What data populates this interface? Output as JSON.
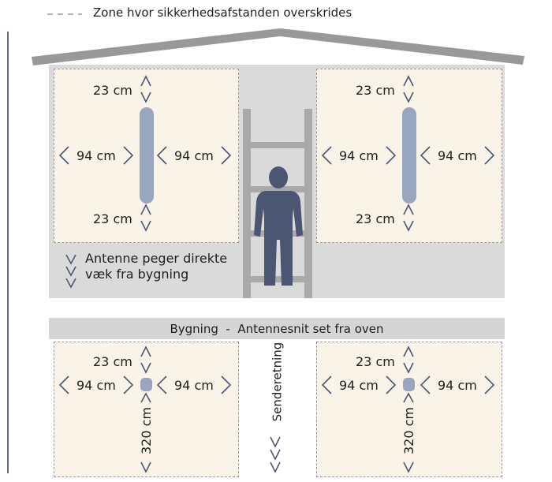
{
  "legend": {
    "text": "Zone hvor sikkerhedsafstanden overskrides"
  },
  "front_view": {
    "top_distance": "23 cm",
    "bottom_distance": "23 cm",
    "left_distance": "94 cm",
    "right_distance": "94 cm",
    "note_line1": "Antenne peger direkte",
    "note_line2": "væk fra bygning"
  },
  "top_view": {
    "header": "Bygning  -  Antennesnit set fra oven",
    "top_distance": "23 cm",
    "left_distance": "94 cm",
    "right_distance": "94 cm",
    "bottom_distance": "320 cm",
    "direction_label": "Senderetning"
  },
  "colors": {
    "roof": "#999999",
    "wall": "#dadada",
    "zone_fill": "#faf3e7",
    "antenna": "#98a6bf",
    "person": "#4a5672",
    "ladder": "#a9a9a9",
    "frame_line": "#5d6a87"
  },
  "icons": {
    "person": "person-silhouette-icon",
    "ladder": "ladder-icon",
    "chevron": "chevron-icon"
  }
}
